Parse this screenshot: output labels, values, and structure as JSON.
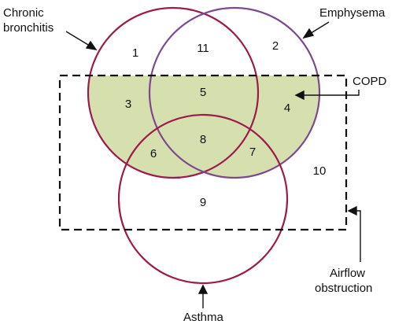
{
  "labels": {
    "chronic_bronchitis": [
      "Chronic",
      "bronchitis"
    ],
    "emphysema": "Emphysema",
    "copd": "COPD",
    "airflow_obstruction": [
      "Airflow",
      "obstruction"
    ],
    "asthma": "Asthma"
  },
  "regions": [
    "1",
    "2",
    "3",
    "4",
    "5",
    "6",
    "7",
    "8",
    "9",
    "10",
    "11"
  ],
  "colors": {
    "chronic_bronchitis_circle": "#9b1b4a",
    "emphysema_circle": "#7b4a8e",
    "asthma_circle": "#9b1b4a",
    "copd_fill": "#d6dfae",
    "box": "#111111"
  }
}
